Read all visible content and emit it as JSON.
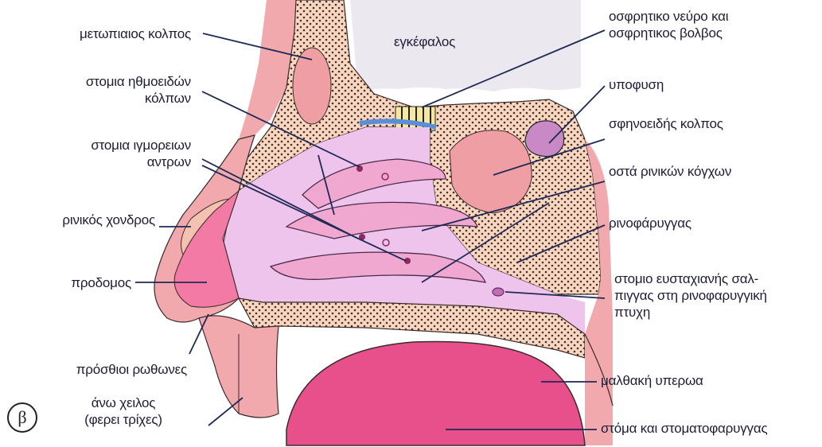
{
  "panel_letter": "β",
  "labels": {
    "frontal_sinus": "μετωπιαιος κολπος",
    "ethmoid_openings": [
      "στομια ηθμοειδών",
      "κόλπων"
    ],
    "maxillary_openings": [
      "στομια ιγμορειων",
      "αντρων"
    ],
    "nasal_cartilage": "ρινικός χονδρος",
    "vestibule": "προδομος",
    "anterior_nares": "πρόσθιοι ρωθωνες",
    "upper_lip": [
      "άνω χειλος",
      "(φερει τρίχες)"
    ],
    "brain": "εγκέφαλος",
    "olfactory": [
      "οσφρητικο νεύρο και",
      "οσφρητικος βολβος"
    ],
    "pituitary": "υποφυση",
    "sphenoid_sinus": "σφηνοειδής κολπος",
    "turbinates": "οστά ρινικών κόγχων",
    "nasopharynx": "ρινοφάρυγγας",
    "eustachian": [
      "στομιο ευσταχιανής σαλ-",
      "πιγγας στη ρινοφαρυγγική",
      "πτυχη"
    ],
    "soft_palate": "μαλθακή υπερωα",
    "mouth": "στόμα και στοματοφαρυγγας"
  },
  "colors": {
    "skin": "#f2a9ad",
    "cavity": "#eec4ec",
    "bone": "#f4d8c4",
    "sinus": "#ef9ea4",
    "tongue": "#e8508c",
    "vestibule": "#f27aa4",
    "pointer": "#1e2a55",
    "brain": "#e8e4ec",
    "nerve": "#7bb0e0"
  }
}
